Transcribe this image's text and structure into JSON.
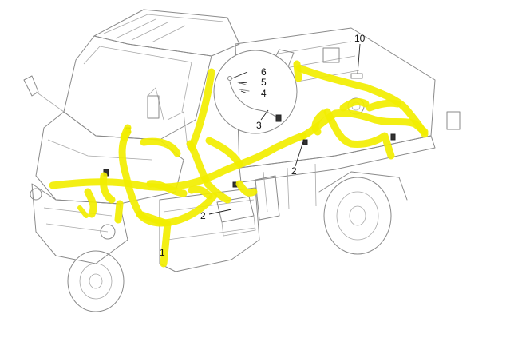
{
  "callouts": {
    "c1": "1",
    "c2a": "2",
    "c2b": "2",
    "c3": "3",
    "c4": "4",
    "c5": "5",
    "c6": "6",
    "c10": "10"
  },
  "colors": {
    "harness_highlight": "#f2ee00",
    "outline": "#8a8a8a",
    "label": "#111111"
  }
}
